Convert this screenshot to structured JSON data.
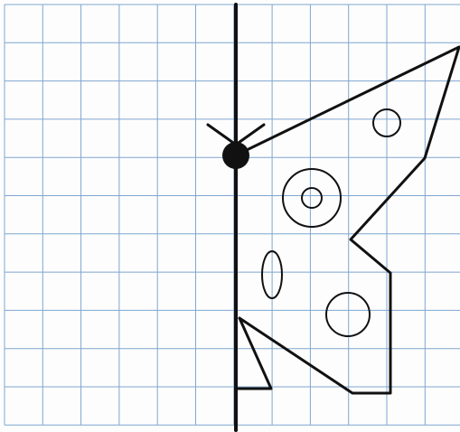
{
  "figure": {
    "description_visible_text": "",
    "colors": {
      "paper": "#fdfdfd",
      "grid": "#7fa6cf",
      "ink": "#111111"
    },
    "grid": {
      "columns": 12,
      "rows": 11
    },
    "shapes": [
      "symmetry-axis",
      "butterfly-right-wing",
      "butterfly-lower-wing",
      "butterfly-head",
      "antennae",
      "wing-spots"
    ]
  }
}
